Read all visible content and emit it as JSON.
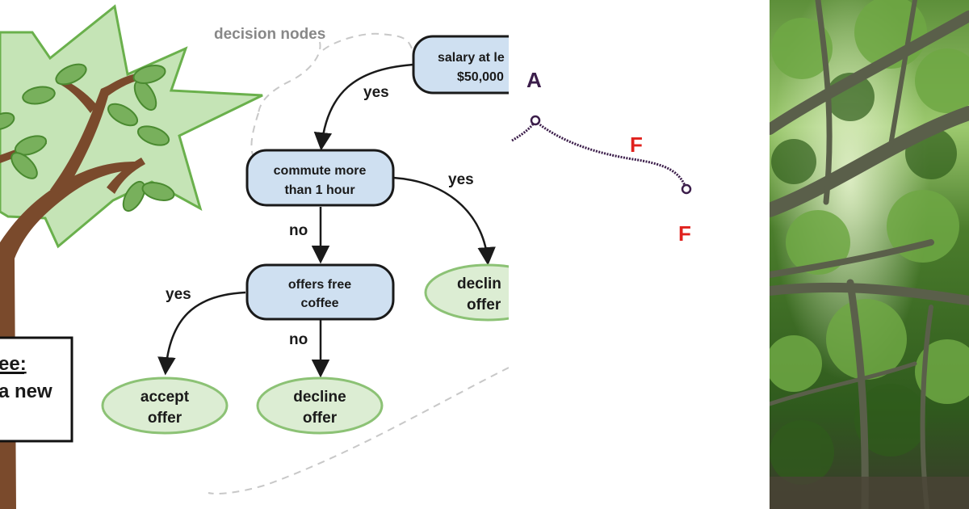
{
  "tree_diagram": {
    "annotation": "decision nodes",
    "sign_title": "ee:",
    "sign_text": "a new",
    "root_node": {
      "line1": "salary at le",
      "line2": "$50,000"
    },
    "node_commute": {
      "line1": "commute more",
      "line2": "than 1 hour"
    },
    "node_coffee": {
      "line1": "offers free",
      "line2": "coffee"
    },
    "leaf_accept": {
      "line1": "accept",
      "line2": "offer"
    },
    "leaf_decline_bottom": {
      "line1": "decline",
      "line2": "offer"
    },
    "leaf_decline_right": {
      "line1": "declin",
      "line2": "offer"
    },
    "edge_labels": {
      "root_to_commute": "yes",
      "commute_to_decline": "yes",
      "commute_to_coffee": "no",
      "coffee_to_accept": "yes",
      "coffee_to_decline": "no"
    },
    "colors": {
      "decision_fill": "#cfe0f1",
      "leaf_fill": "#dcedd3",
      "leaf_border": "#8cc275",
      "tree_trunk": "#7a4a2c",
      "tree_crown": "#c5e4b6",
      "leaf_green": "#78b05c"
    }
  },
  "graph_fragment": {
    "vertex_label": "A",
    "edge_label": "F",
    "end_label": "F",
    "colors": {
      "vertex": "#3b1d4a",
      "label": "#e0211d"
    }
  },
  "photo": {
    "subject": "forest canopy photograph",
    "colors": {
      "foliage": "#3f7a24",
      "branches": "#5a5f4a"
    }
  }
}
